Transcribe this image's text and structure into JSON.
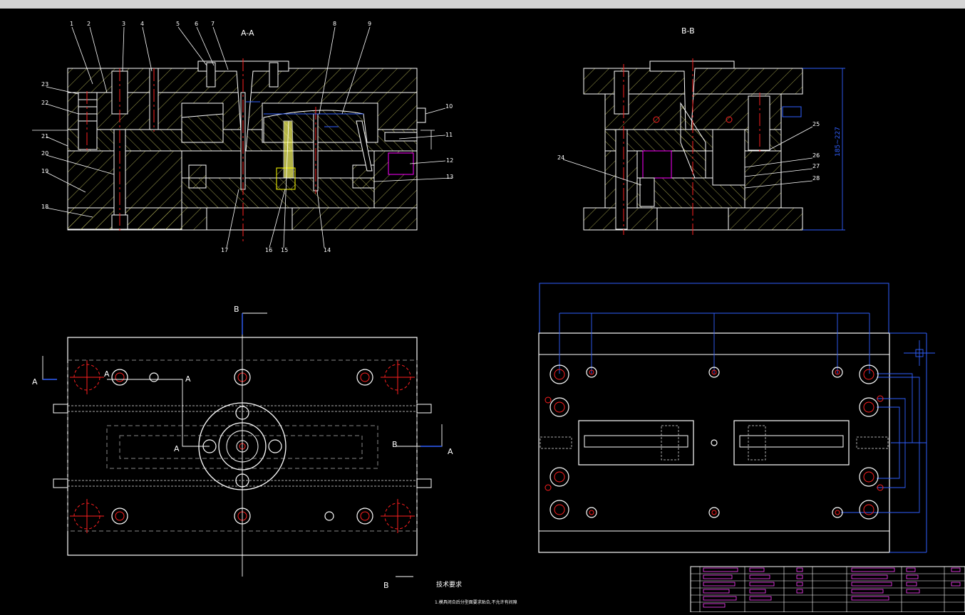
{
  "section_labels": {
    "aa": "A-A",
    "bb": "B-B"
  },
  "part_numbers_top": [
    "1",
    "2",
    "3",
    "4",
    "5",
    "6",
    "7",
    "8",
    "9"
  ],
  "part_numbers_right": [
    "10",
    "11",
    "12",
    "13"
  ],
  "part_numbers_left": [
    "23",
    "22",
    "21",
    "20",
    "19",
    "18"
  ],
  "part_numbers_bottom": [
    "17",
    "16",
    "15",
    "14"
  ],
  "part_numbers_bb": [
    "24",
    "25",
    "26",
    "27",
    "28"
  ],
  "dimension_bb": "185~227",
  "plan_markers": {
    "a": "A",
    "b": "B"
  },
  "tech_requirements": {
    "title": "技术要求",
    "line1": "1.模具闭合后分型面要求贴合,不允许有间隙"
  },
  "colors": {
    "outline": "#ffffff",
    "hatch": "#ffff66",
    "center": "#ff2020",
    "dimension": "#3060ff",
    "title_block": "#ff40ff"
  }
}
